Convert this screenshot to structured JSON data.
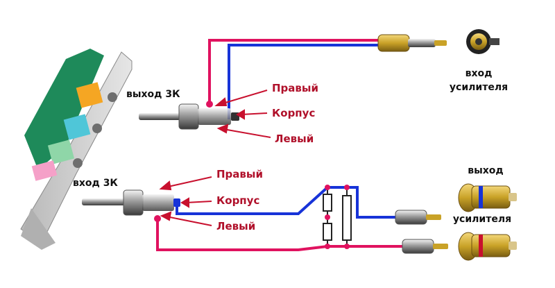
{
  "labels": {
    "out3k": "выход 3К",
    "in3k": "вход 3К",
    "amp_in_line1": "вход",
    "amp_in_line2": "усилителя",
    "amp_out_line1": "выход",
    "amp_out_line2": "усилителя",
    "top_right": "Правый",
    "top_ground": "Корпус",
    "top_left": "Левый",
    "bottom_right": "Правый",
    "bottom_ground": "Корпус",
    "bottom_left": "Левый"
  },
  "colors": {
    "wire_red": "#e0125f",
    "wire_blue": "#1733d8",
    "label_red": "#b0102a",
    "arrow_red": "#c8102e",
    "jack_orange": "#f5a623",
    "jack_cyan": "#4fc6d8",
    "jack_green": "#8fd6a8",
    "jack_pink": "#f5a0c8",
    "pcb_green": "#1e8a5a",
    "gold": "#c9a227"
  }
}
